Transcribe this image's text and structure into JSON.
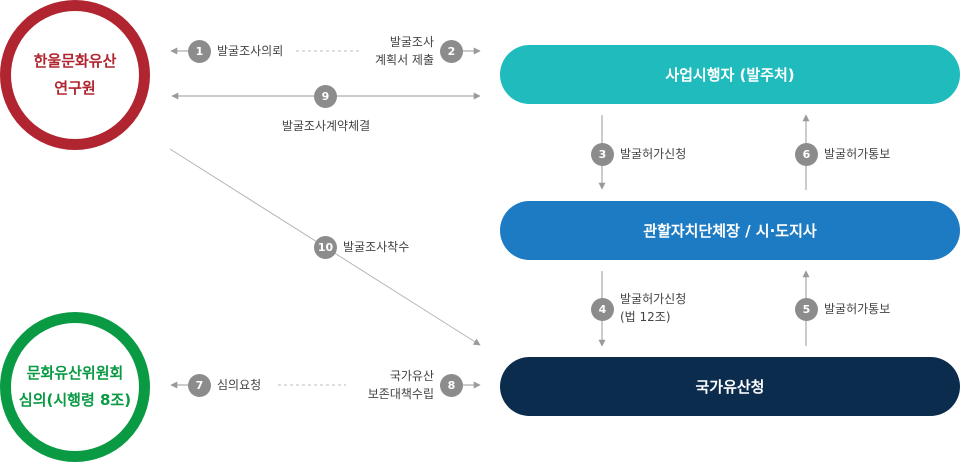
{
  "nodes": {
    "research_institute": {
      "line1": "한울문화유산",
      "line2": "연구원"
    },
    "heritage_committee": {
      "line1": "문화유산위원회",
      "line2": "심의(시행령 8조)"
    },
    "project_operator": "사업시행자 (발주처)",
    "local_government": "관할자치단체장 / 시·도지사",
    "national_heritage": "국가유산청"
  },
  "steps": [
    {
      "num": "1",
      "label": "발굴조사의뢰"
    },
    {
      "num": "2",
      "label_line1": "발굴조사",
      "label_line2": "계획서 제출"
    },
    {
      "num": "3",
      "label": "발굴허가신청"
    },
    {
      "num": "4",
      "label_line1": "발굴허가신청",
      "label_line2": "(법 12조)"
    },
    {
      "num": "5",
      "label": "발굴허가통보"
    },
    {
      "num": "6",
      "label": "발굴허가통보"
    },
    {
      "num": "7",
      "label": "심의요청"
    },
    {
      "num": "8",
      "label_line1": "국가유산",
      "label_line2": "보존대책수립"
    },
    {
      "num": "9",
      "label": "발굴조사계약체결"
    },
    {
      "num": "10",
      "label": "발굴조사착수"
    }
  ],
  "colors": {
    "research_ring": "#b0252f",
    "committee_ring": "#0a9a44",
    "operator_pill": "#1fbbbd",
    "government_pill": "#1c7bc2",
    "national_pill": "#0c2c4e",
    "badge": "#8c8c8c"
  }
}
